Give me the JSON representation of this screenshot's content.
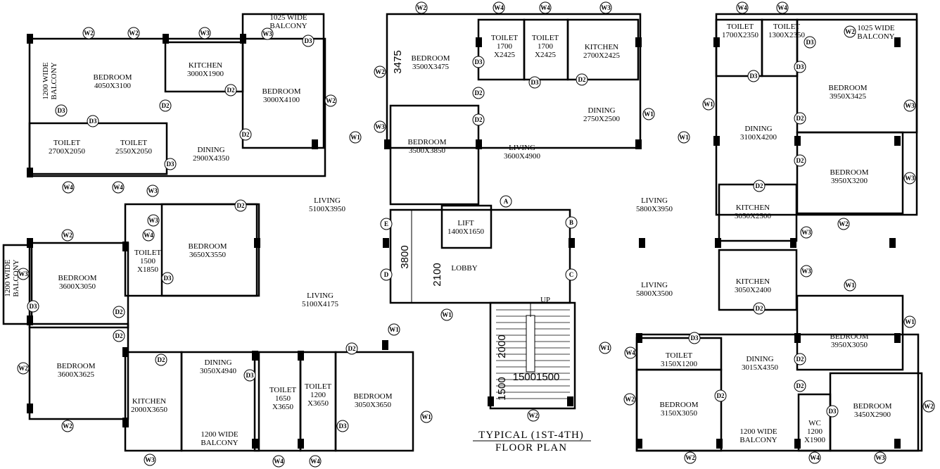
{
  "title": {
    "line1": "TYPICAL (1ST-4TH)",
    "line2": "FLOOR PLAN"
  },
  "rooms": [
    [
      "BEDROOM",
      "4050X3100"
    ],
    [
      "1200 WIDE",
      "BALCONY"
    ],
    [
      "KITCHEN",
      "3000X1900"
    ],
    [
      "BEDROOM",
      "3000X4100"
    ],
    [
      "1025 WIDE",
      "BALCONY"
    ],
    [
      "TOILET",
      "2700X2050"
    ],
    [
      "TOILET",
      "2550X2050"
    ],
    [
      "DINING",
      "2900X4350"
    ],
    [
      "LIVING",
      "5100X3950"
    ],
    [
      "BEDROOM",
      "3650X3550"
    ],
    [
      "TOILET",
      "1500",
      "X1850"
    ],
    [
      "BEDROOM",
      "3600X3050"
    ],
    [
      "1200 WIDE",
      "BALCONY"
    ],
    [
      "LIVING",
      "5100X4175"
    ],
    [
      "BEDROOM",
      "3600X3625"
    ],
    [
      "KITCHEN",
      "2000X3650"
    ],
    [
      "DINING",
      "3050X4940"
    ],
    [
      "1200 WIDE",
      "BALCONY"
    ],
    [
      "TOILET",
      "1650",
      "X3650"
    ],
    [
      "TOILET",
      "1200",
      "X3650"
    ],
    [
      "BEDROOM",
      "3050X3650"
    ],
    [
      "BEDROOM",
      "3500X3475"
    ],
    [
      "TOILET",
      "1700",
      "X2425"
    ],
    [
      "TOILET",
      "1700",
      "X2425"
    ],
    [
      "KITCHEN",
      "2700X2425"
    ],
    [
      "DINING",
      "2750X2500"
    ],
    [
      "BEDROOM",
      "3500X3850"
    ],
    [
      "LIVING",
      "3600X4900"
    ],
    [
      "LIFT",
      "1400X1650"
    ],
    [
      "LOBBY"
    ],
    [
      "UP"
    ],
    [
      "TOILET",
      "1700X2350"
    ],
    [
      "TOILET",
      "1300X2350"
    ],
    [
      "1025 WIDE",
      "BALCONY"
    ],
    [
      "BEDROOM",
      "3950X3425"
    ],
    [
      "DINING",
      "3100X4200"
    ],
    [
      "BEDROOM",
      "3950X3200"
    ],
    [
      "LIVING",
      "5800X3950"
    ],
    [
      "KITCHEN",
      "3050X2500"
    ],
    [
      "KITCHEN",
      "3050X2400"
    ],
    [
      "LIVING",
      "5800X3500"
    ],
    [
      "BEDROOM",
      "3950X3050"
    ],
    [
      "TOILET",
      "3150X1200"
    ],
    [
      "DINING",
      "3015X4350"
    ],
    [
      "BEDROOM",
      "3150X3050"
    ],
    [
      "BEDROOM",
      "3450X2900"
    ],
    [
      "1200 WIDE",
      "BALCONY"
    ],
    [
      "WC",
      "1200",
      "X1900"
    ]
  ],
  "dimensions": [
    "3475",
    "3800",
    "2100",
    "2000",
    "1500",
    "15001500"
  ],
  "markers": [
    "A",
    "E",
    "D",
    "B",
    "C"
  ],
  "tags": [
    "W2",
    "W2",
    "W3",
    "W3",
    "D3",
    "W2",
    "D3",
    "D3",
    "D2",
    "D2",
    "D2",
    "D3",
    "W4",
    "W4",
    "W3",
    "W1",
    "W3",
    "W2",
    "D3",
    "D2",
    "D2",
    "D3",
    "D2",
    "W2",
    "W4",
    "W4",
    "W3",
    "W1",
    "W1",
    "W1",
    "W4",
    "W4",
    "D3",
    "D3",
    "D3",
    "W2",
    "W3",
    "D2",
    "D2",
    "W3",
    "D2",
    "W2",
    "W3",
    "W3",
    "D2",
    "W1",
    "W1",
    "D2",
    "D2",
    "D3",
    "W2",
    "W3",
    "W4",
    "W2",
    "W2",
    "W4",
    "D3",
    "D2",
    "W1",
    "W2",
    "W1",
    "W1",
    "D2",
    "W1",
    "D3",
    "W4",
    "W4",
    "W3",
    "W2",
    "W2",
    "D2",
    "D2",
    "D2",
    "D3",
    "D3",
    "W3",
    "D3",
    "W4",
    "W3",
    "W2",
    "D2"
  ]
}
